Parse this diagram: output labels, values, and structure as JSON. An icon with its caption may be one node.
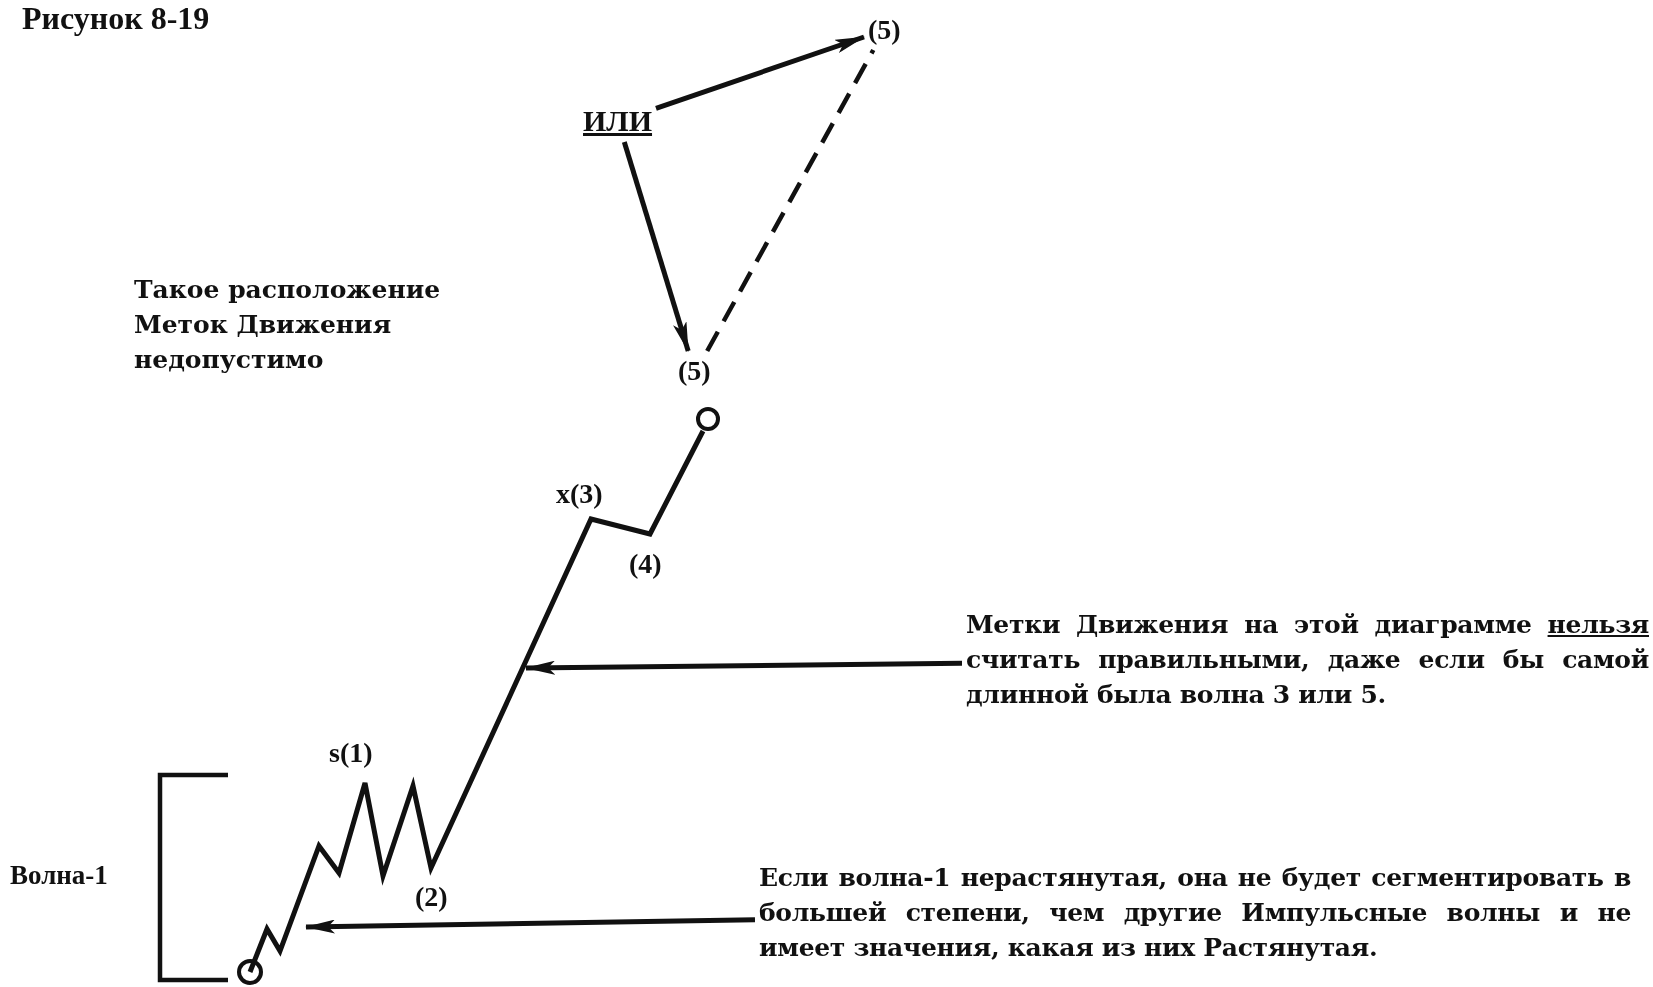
{
  "diagram": {
    "title": "Рисунок 8-19",
    "nodes": [
      {
        "text": [
          "ИЛИ"
        ]
      },
      {
        "text": [
          "(5)"
        ]
      },
      {
        "text": [
          "(5)"
        ]
      },
      {
        "text": [
          "Метки Движения на этой диаграмме **нельзя** считать правильными, даже если бы самой длинной была волна 3 или 5."
        ]
      },
      {
        "text": [
          "Если волна-1 нерастянутая, она не будет сегментировать в большей степени, чем другие Импульсные волны и не имеет значения, какая из них Растянутая."
        ]
      }
    ],
    "edges": [
      {
        "from": 0,
        "to": 1,
        "arrow": "to"
      },
      {
        "from": 0,
        "to": 2,
        "arrow": "to"
      },
      {
        "from": 3,
        "to": null,
        "arrow": "to"
      },
      {
        "from": 4,
        "to": null,
        "arrow": "to"
      },
      {
        "from": 2,
        "to": 1,
        "arrow": "none",
        "style": "dashed"
      }
    ],
    "labels": [
      "Такое расположение Меток Движения недопустимо",
      "x(3)",
      "(4)",
      "s(1)",
      "(2)",
      "Волна-1"
    ]
  }
}
